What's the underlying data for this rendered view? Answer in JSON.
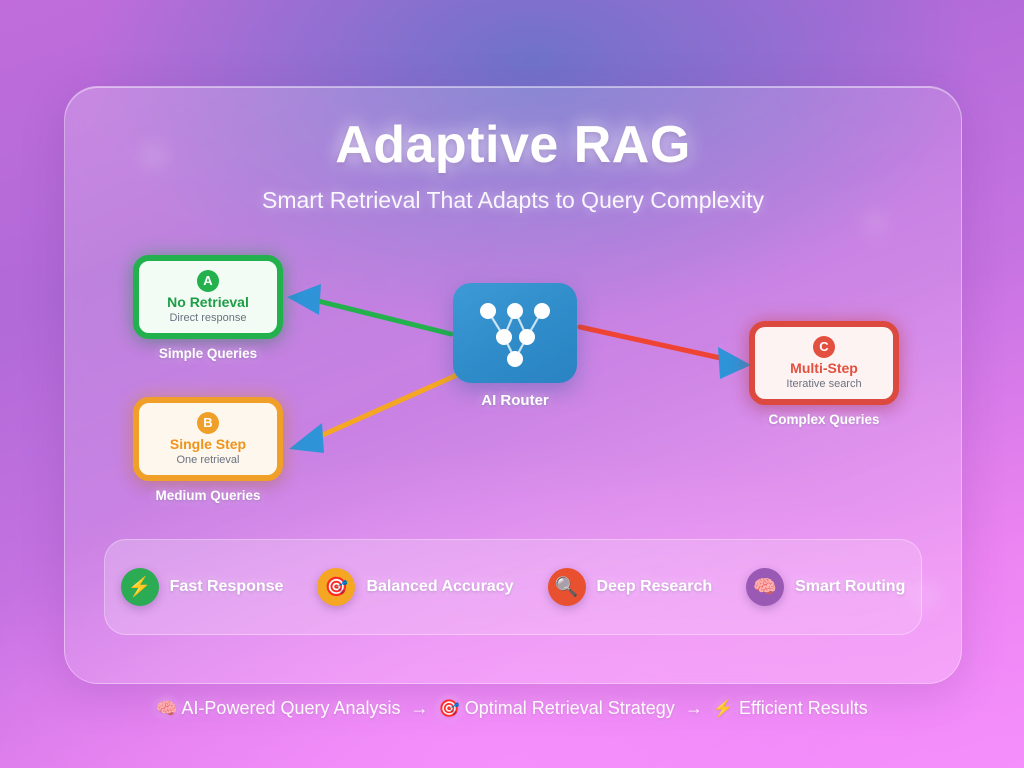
{
  "header": {
    "title": "Adaptive RAG",
    "subtitle": "Smart Retrieval That Adapts to Query Complexity"
  },
  "router": {
    "caption": "AI Router",
    "icon": "neural-network-icon",
    "color": "#2f8cc9"
  },
  "nodes": [
    {
      "badge": "A",
      "title": "No Retrieval",
      "subtitle": "Direct response",
      "caption": "Simple Queries",
      "color": "#22b14c"
    },
    {
      "badge": "B",
      "title": "Single Step",
      "subtitle": "One retrieval",
      "caption": "Medium Queries",
      "color": "#f0a029"
    },
    {
      "badge": "C",
      "title": "Multi-Step",
      "subtitle": "Iterative search",
      "caption": "Complex Queries",
      "color": "#e4503f"
    }
  ],
  "arrows": [
    {
      "name": "router-to-no-retrieval",
      "color": "#22b14c",
      "head_color": "#2f93d8",
      "direction": "left"
    },
    {
      "name": "router-to-single-step",
      "color": "#f5a623",
      "head_color": "#2f93d8",
      "direction": "down-left"
    },
    {
      "name": "router-to-multi-step",
      "color": "#ef4433",
      "head_color": "#2f93d8",
      "direction": "right"
    }
  ],
  "features": [
    {
      "label": "Fast Response",
      "emoji": "⚡",
      "bg": "#2bab54"
    },
    {
      "label": "Balanced Accuracy",
      "emoji": "🎯",
      "bg": "#f5a623"
    },
    {
      "label": "Deep Research",
      "emoji": "🔍",
      "bg": "#e8502f"
    },
    {
      "label": "Smart Routing",
      "emoji": "🧠",
      "bg": "#9b59b6"
    }
  ],
  "footer": {
    "brain_emoji": "🧠",
    "step1": "AI-Powered Query Analysis",
    "arrow1": "→",
    "target_emoji": "🎯",
    "step2": "Optimal Retrieval Strategy",
    "arrow2": "→",
    "bolt_emoji": "⚡",
    "step3": "Efficient Results"
  }
}
